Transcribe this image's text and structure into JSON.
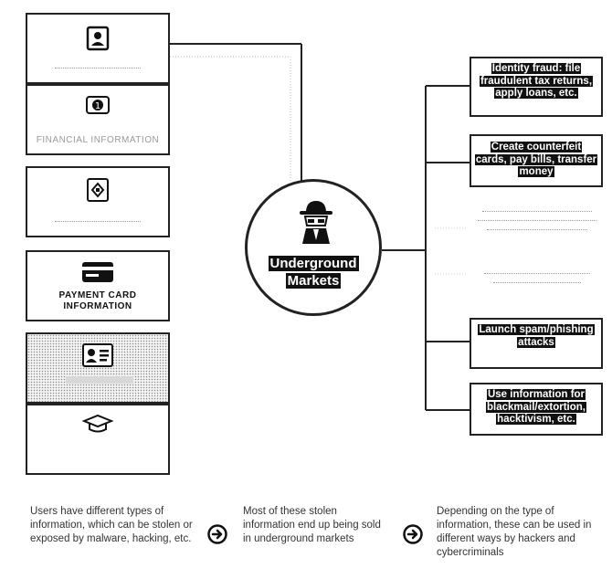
{
  "sources": [
    {
      "icon": "id-badge-icon",
      "label": ""
    },
    {
      "icon": "number-badge-icon",
      "label": "FINANCIAL INFORMATION",
      "badge": "1"
    },
    {
      "icon": "medical-cross-icon",
      "label": ""
    },
    {
      "icon": "credit-card-icon",
      "label": "PAYMENT CARD INFORMATION"
    },
    {
      "icon": "id-card-icon",
      "label": ""
    },
    {
      "icon": "graduation-cap-icon",
      "label": ""
    }
  ],
  "center": {
    "icon": "spy-icon",
    "title_line1": "Underground",
    "title_line2": "Markets"
  },
  "uses": [
    "Identity fraud: file fraudulent tax returns, apply loans, etc.",
    "Create counterfeit cards, pay bills, transfer money",
    "Launch spam/phishing attacks",
    "Use information for blackmail/extortion, hacktivism, etc."
  ],
  "steps": [
    "Users have different types of information, which can be stolen or exposed by malware, hacking, etc.",
    "Most of these stolen information end up being sold in underground markets",
    "Depending on the type of information, these can be used in different ways by hackers and cybercriminals"
  ],
  "colors": {
    "line": "#222222",
    "accent": "#111111",
    "text": "#333333"
  }
}
